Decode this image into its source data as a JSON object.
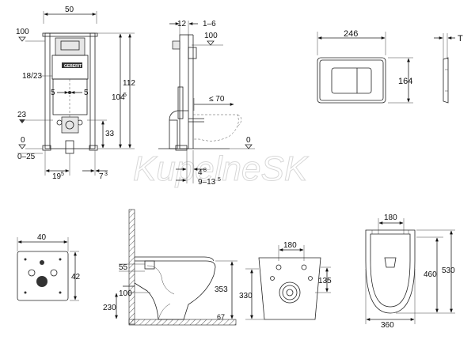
{
  "watermark": "KupelneSK",
  "frame_front": {
    "width": "50",
    "left_100": "100",
    "left_18_23": "18/23",
    "left_23": "23",
    "left_0": "0",
    "left_0_25": "0–25",
    "dim_112": "112",
    "dim_104": "104",
    "dim_104_sup": "5",
    "dim_33": "33",
    "dim_5a": "5",
    "dim_5b": "5",
    "bottom_19": "19",
    "bottom_19_sup": "5",
    "bottom_7": "7",
    "bottom_7_sup": "3",
    "brand": "GEBERIT"
  },
  "frame_side": {
    "top_12": "12",
    "top_1_6": "1–6",
    "top_100": "100",
    "le_70": "≤ 70",
    "right_0": "0",
    "bottom_4": "4",
    "bottom_4_sup": "8",
    "bottom_9_13": "9–13",
    "bottom_9_13_sup": "5"
  },
  "plate": {
    "width": "246",
    "height": "164",
    "thickness": "T"
  },
  "small_plate": {
    "width": "40",
    "height": "42"
  },
  "bowl_side": {
    "dim_55": "55",
    "dim_100": "100",
    "dim_230": "230",
    "dim_353": "353",
    "dim_67": "67"
  },
  "bowl_back": {
    "dim_180": "180",
    "dim_135": "135",
    "dim_330": "330"
  },
  "bowl_top": {
    "dim_180": "180",
    "dim_460": "460",
    "dim_530": "530",
    "dim_360": "360"
  }
}
